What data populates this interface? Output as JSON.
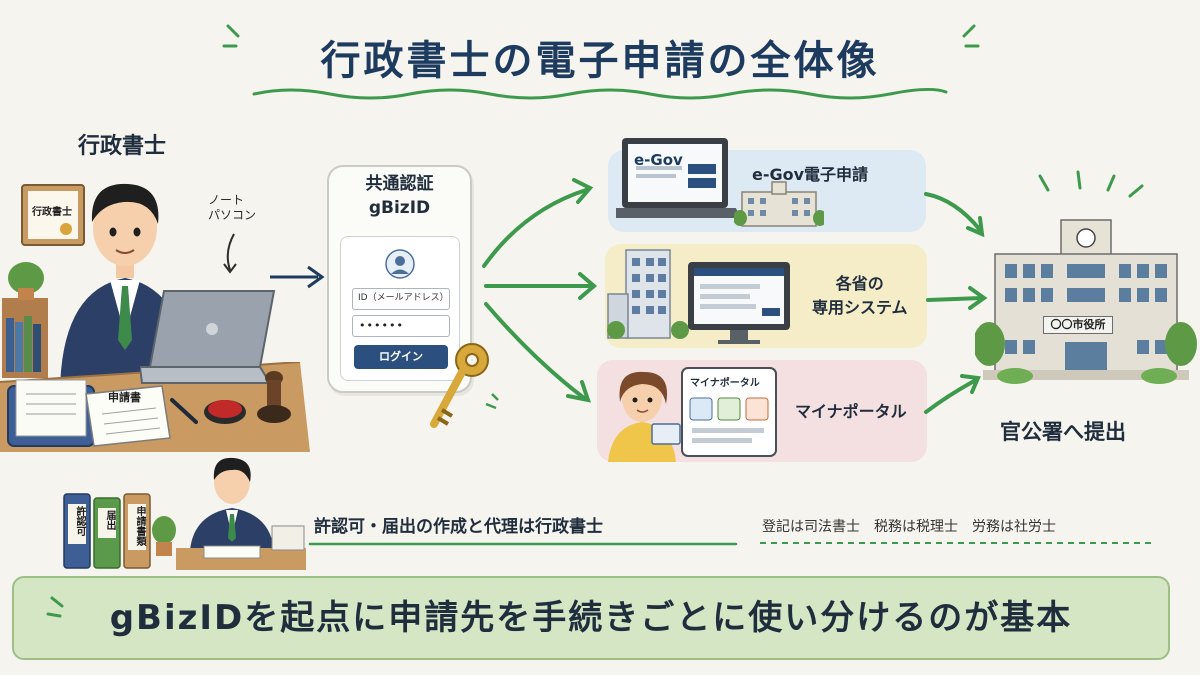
{
  "title": "行政書士の電子申請の全体像",
  "actor": {
    "label": "行政書士",
    "laptop_note": [
      "ノート",
      "パソコン"
    ],
    "certificate_text": "行政書士",
    "document_text": "申請書"
  },
  "auth": {
    "title_lines": [
      "共通認証",
      "gBizID"
    ],
    "id_placeholder": "ID（メールアドレス）",
    "password_mask": "••••••",
    "login_button": "ログイン"
  },
  "routes": {
    "egov": {
      "label": "e-Gov電子申請",
      "screen_logo": "e-Gov"
    },
    "ministry": {
      "label_lines": [
        "各省の",
        "専用システム"
      ]
    },
    "myna": {
      "label": "マイナポータル",
      "screen_title": "マイナポータル"
    }
  },
  "destination": {
    "label": "官公署へ提出",
    "building_sign": "〇〇市役所"
  },
  "scope": {
    "main": "許認可・届出の作成と代理は行政書士",
    "note": "登記は司法書士　税務は税理士　労務は社労士",
    "binders": [
      "許認可",
      "届出",
      "申請書類"
    ]
  },
  "banner": "gBizIDを起点に申請先を手続きごとに使い分けるのが基本",
  "colors": {
    "accent_green": "#3d9a4c",
    "navy": "#1d3a5f",
    "banner_bg": "#d4e6c4",
    "egov_panel": "#dde9f3",
    "ministry_panel": "#f5ecc8",
    "myna_panel": "#f4dfe1"
  }
}
